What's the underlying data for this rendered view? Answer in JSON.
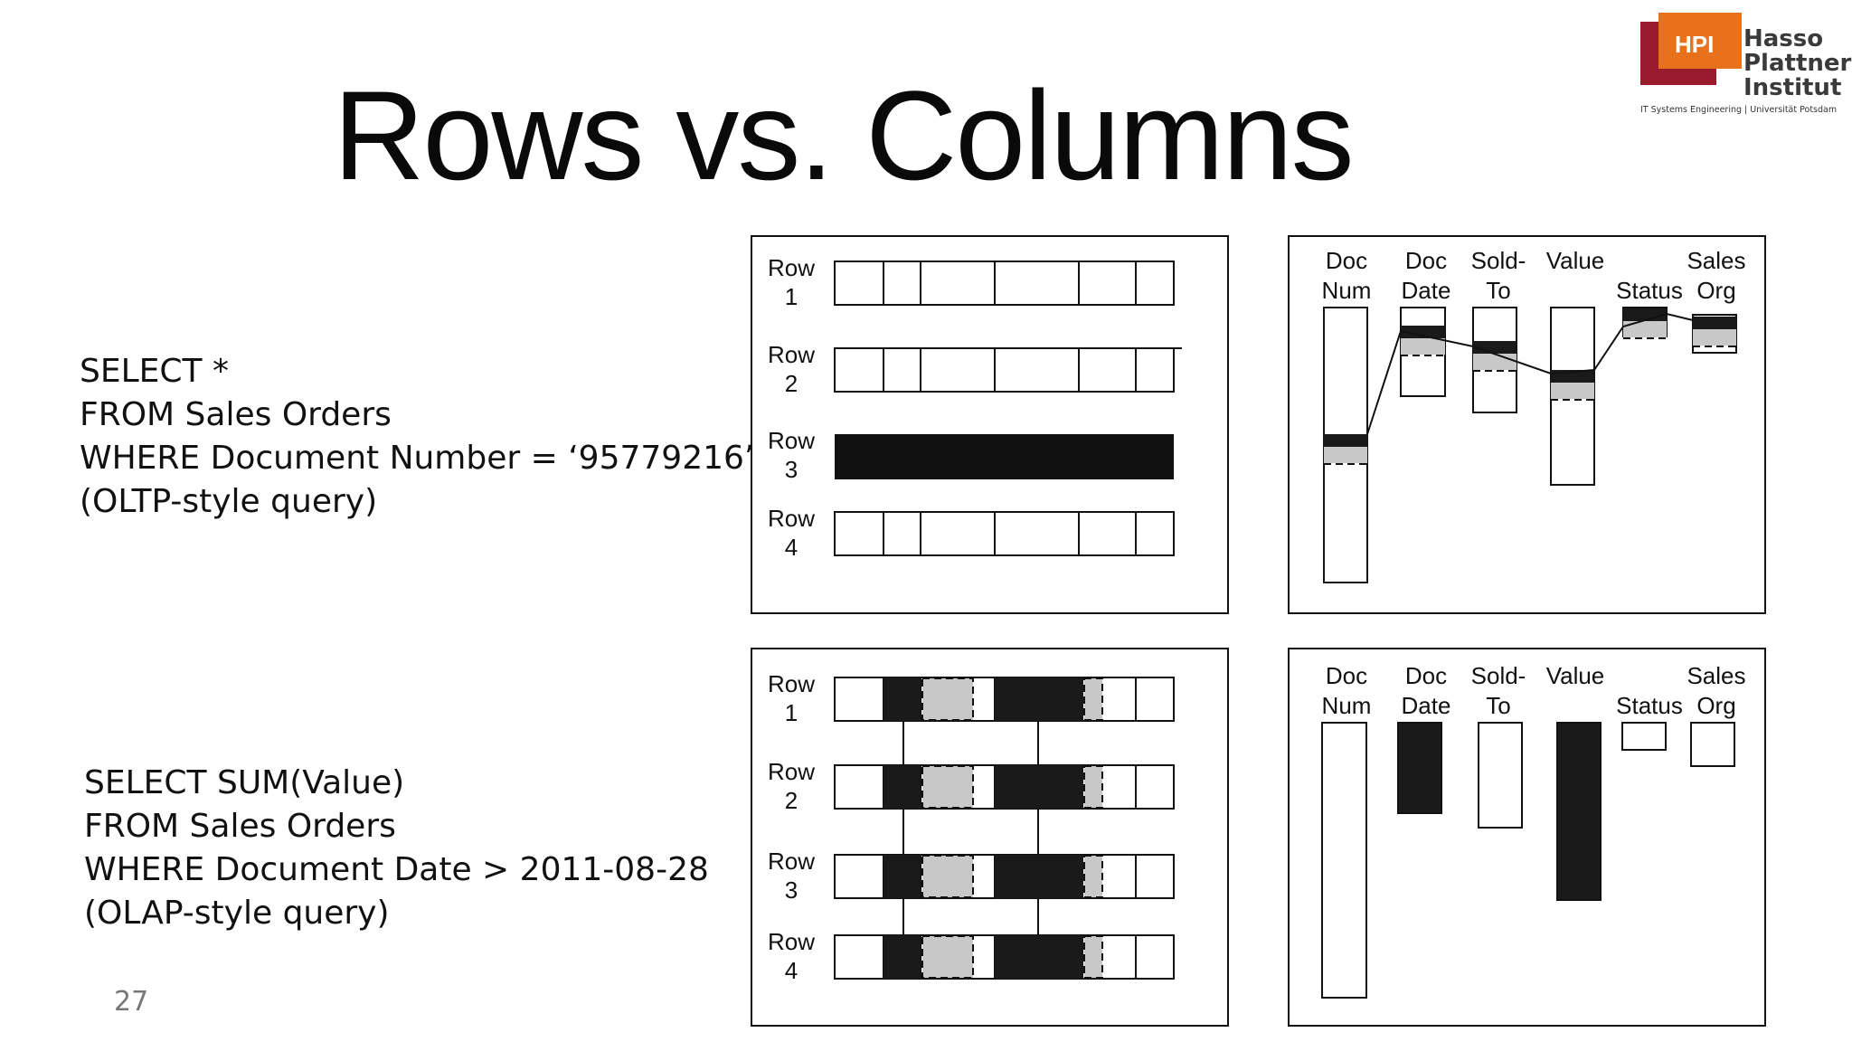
{
  "slide": {
    "title": "Rows vs. Columns",
    "page_number": "27"
  },
  "logo": {
    "badge": "HPI",
    "name_lines": [
      "Hasso",
      "Plattner",
      "Institut"
    ],
    "subtitle": "IT Systems Engineering | Universität Potsdam",
    "colors": {
      "orange": "#e8721c",
      "darkred": "#9b1b2e",
      "gray": "#3a3a3a"
    }
  },
  "queries": {
    "oltp": [
      "SELECT *",
      "FROM Sales Orders",
      "WHERE Document Number = ‘95779216’",
      "(OLTP-style query)"
    ],
    "olap": [
      "SELECT SUM(Value)",
      "FROM Sales Orders",
      "WHERE Document Date > 2011-08-28",
      "(OLAP-style query)"
    ]
  },
  "row_diagram": {
    "row_label_word": "Row",
    "rows": [
      "1",
      "2",
      "3",
      "4"
    ],
    "oltp_highlight_row": "3",
    "olap_accessed_columns": [
      "Doc Date",
      "Value"
    ]
  },
  "column_diagram": {
    "columns": [
      {
        "line1": "Doc",
        "line2": "Num"
      },
      {
        "line1": "Doc",
        "line2": "Date"
      },
      {
        "line1": "Sold-",
        "line2": "To"
      },
      {
        "line1": "Value",
        "line2": ""
      },
      {
        "line1": "",
        "line2": "Status"
      },
      {
        "line1": "Sales",
        "line2": "Org"
      }
    ],
    "olap_accessed_columns": [
      "Doc Date",
      "Value"
    ]
  },
  "colors": {
    "ink": "#111111",
    "fill_dark": "#1a1a1a",
    "fill_gray": "#c8c8c8",
    "page_num": "#777777"
  }
}
